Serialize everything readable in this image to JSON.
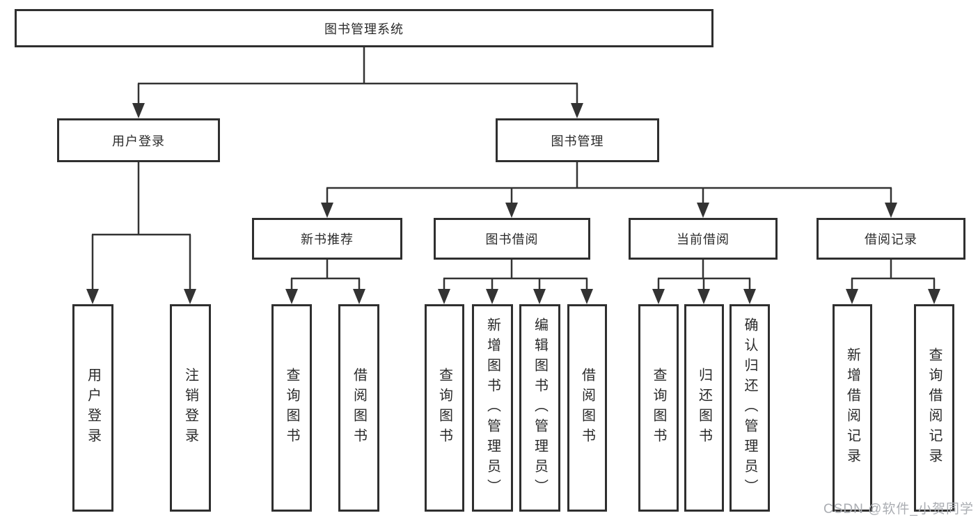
{
  "tree": {
    "root": {
      "label": "图书管理系统"
    },
    "level1": [
      {
        "label": "用户登录"
      },
      {
        "label": "图书管理"
      }
    ],
    "level2": [
      {
        "label": "新书推荐",
        "parent": "图书管理"
      },
      {
        "label": "图书借阅",
        "parent": "图书管理"
      },
      {
        "label": "当前借阅",
        "parent": "图书管理"
      },
      {
        "label": "借阅记录",
        "parent": "图书管理"
      }
    ],
    "leaves": [
      {
        "label": "用户登录",
        "parent": "用户登录"
      },
      {
        "label": "注销登录",
        "parent": "用户登录"
      },
      {
        "label": "查询图书",
        "parent": "新书推荐"
      },
      {
        "label": "借阅图书",
        "parent": "新书推荐"
      },
      {
        "label": "查询图书",
        "parent": "图书借阅"
      },
      {
        "label": "新增图书（管理员）",
        "parent": "图书借阅"
      },
      {
        "label": "编辑图书（管理员）",
        "parent": "图书借阅"
      },
      {
        "label": "借阅图书",
        "parent": "图书借阅"
      },
      {
        "label": "查询图书",
        "parent": "当前借阅"
      },
      {
        "label": "归还图书",
        "parent": "当前借阅"
      },
      {
        "label": "确认归还（管理员）",
        "parent": "当前借阅"
      },
      {
        "label": "新增借阅记录",
        "parent": "借阅记录"
      },
      {
        "label": "查询借阅记录",
        "parent": "借阅记录"
      }
    ]
  },
  "watermark": {
    "text": "CSDN @软件_小贺同学"
  },
  "colors": {
    "line": "#333333",
    "box_border": "#2f2f2f",
    "text": "#2a2a2a",
    "watermark": "#aaadb2",
    "background": "#ffffff"
  }
}
